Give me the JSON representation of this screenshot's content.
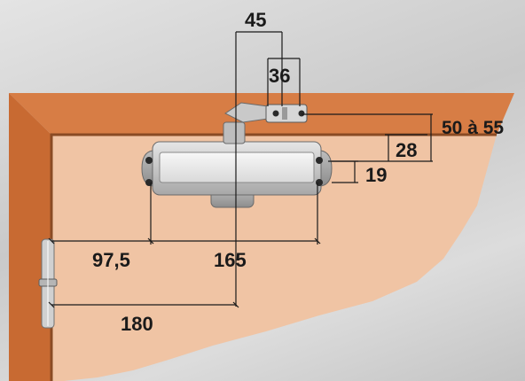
{
  "diagram": {
    "subject": "door-closer-mounting-dimensions",
    "colors": {
      "background": "#cfcfcf",
      "door_face": "#f0c4a4",
      "frame_top": "#d77d45",
      "frame_side": "#c86a32",
      "frame_edge": "#8a4b24",
      "closer_body": "#c8c8c8",
      "dimension_line": "#1a1a1a"
    },
    "dimensions": {
      "arm_width": "45",
      "bracket_width": "36",
      "bracket_height": "50 à 55",
      "arm_offset": "28",
      "body_offset": "19",
      "hinge_to_closer": "97,5",
      "closer_length": "165",
      "hinge_to_axis": "180"
    }
  }
}
